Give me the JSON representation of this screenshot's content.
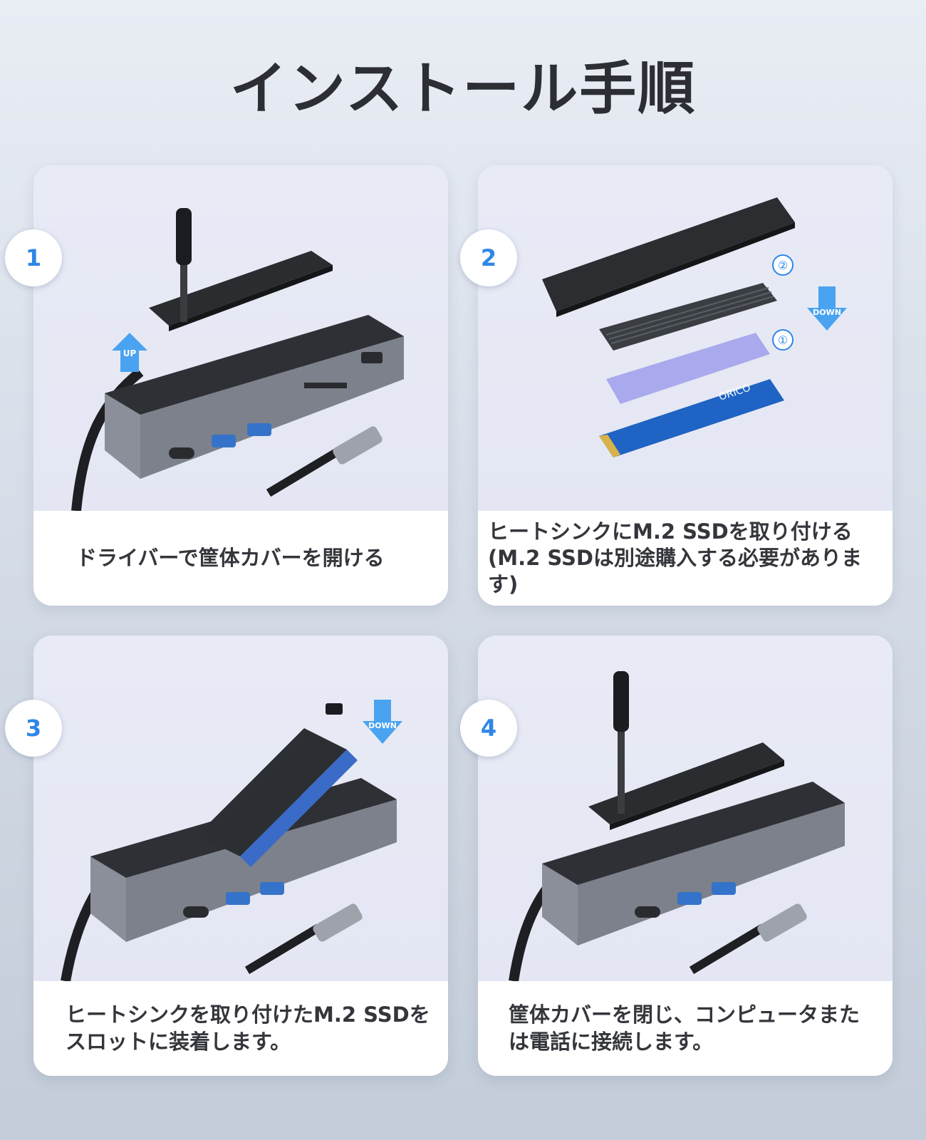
{
  "title": "インストール手順",
  "steps": [
    {
      "number": "1",
      "caption": "ドライバーで筐体カバーを開ける",
      "arrow": "UP"
    },
    {
      "number": "2",
      "caption": "ヒートシンクにM.2 SSDを取り付ける(M.2 SSDは別途購入する必要があります)",
      "arrow": "DOWN",
      "markers": [
        "②",
        "①"
      ],
      "ssd_brand": "ORICO"
    },
    {
      "number": "3",
      "caption": "ヒートシンクを取り付けたM.2 SSDをスロットに装着します。",
      "arrow": "DOWN"
    },
    {
      "number": "4",
      "caption": "筐体カバーを閉じ、コンピュータまたは電話に接続します。"
    }
  ],
  "colors": {
    "accent": "#2f86e8",
    "arrow": "#4aa3f0",
    "device": "#2e3035",
    "device_frame": "#8a8f99"
  }
}
